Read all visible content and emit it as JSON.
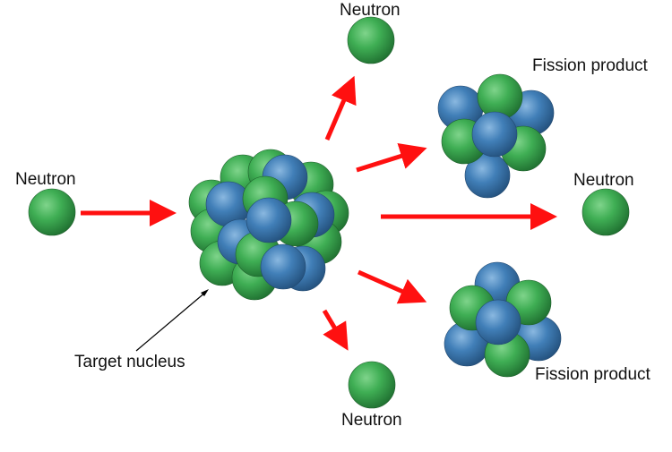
{
  "diagram": {
    "labels": {
      "neutron_incoming": "Neutron",
      "neutron_top": "Neutron",
      "neutron_right": "Neutron",
      "neutron_bottom": "Neutron",
      "fission_product_top": "Fission product",
      "fission_product_bottom": "Fission product",
      "target_nucleus": "Target nucleus"
    },
    "colors": {
      "neutron": "#3aa84e",
      "proton": "#3f7fb8",
      "arrow": "#ff1010",
      "pointer": "#000000",
      "text": "#111111"
    }
  }
}
